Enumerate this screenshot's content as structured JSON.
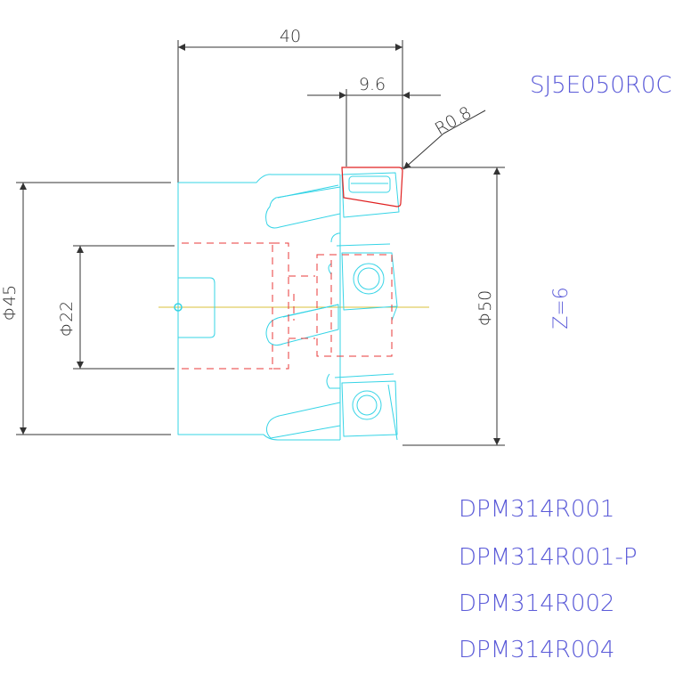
{
  "dimensions": {
    "overall_length": "40",
    "insert_length": "9.6",
    "corner_radius": "R0.8",
    "diameter_45": "Φ45",
    "diameter_22": "Φ22",
    "diameter_50": "Φ50"
  },
  "model_code": "SJ5E050R0C",
  "teeth_count": "Z=6",
  "insert_codes": [
    "DPM314R001",
    "DPM314R001-P",
    "DPM314R002",
    "DPM314R004"
  ],
  "colors": {
    "dimension": "#333333",
    "outline": "#36d4e6",
    "hidden": "#e83a3a",
    "highlight": "#e02020",
    "centerline": "#d8c23a",
    "label": "#5a5ad8"
  }
}
